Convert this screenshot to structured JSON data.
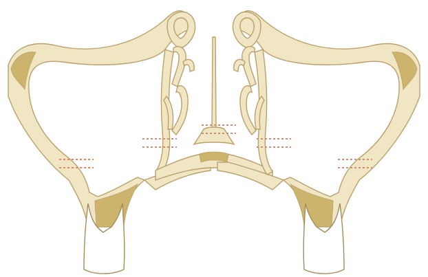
{
  "colors": {
    "bone_fill": "#f1e6c4",
    "bone_outline": "#b9a06a",
    "marrow": "#cdb46c",
    "tooth_fill": "#ffffff",
    "tooth_outline": "#a08c5c",
    "section_marker": "#d98a6a"
  },
  "structures": [
    "midfacial-bone-frame",
    "maxillary-sinus-left",
    "maxillary-sinus-right",
    "ethmoid-cells-left",
    "ethmoid-cells-right",
    "nasal-septum",
    "tooth-left",
    "tooth-right",
    "section-markers"
  ]
}
